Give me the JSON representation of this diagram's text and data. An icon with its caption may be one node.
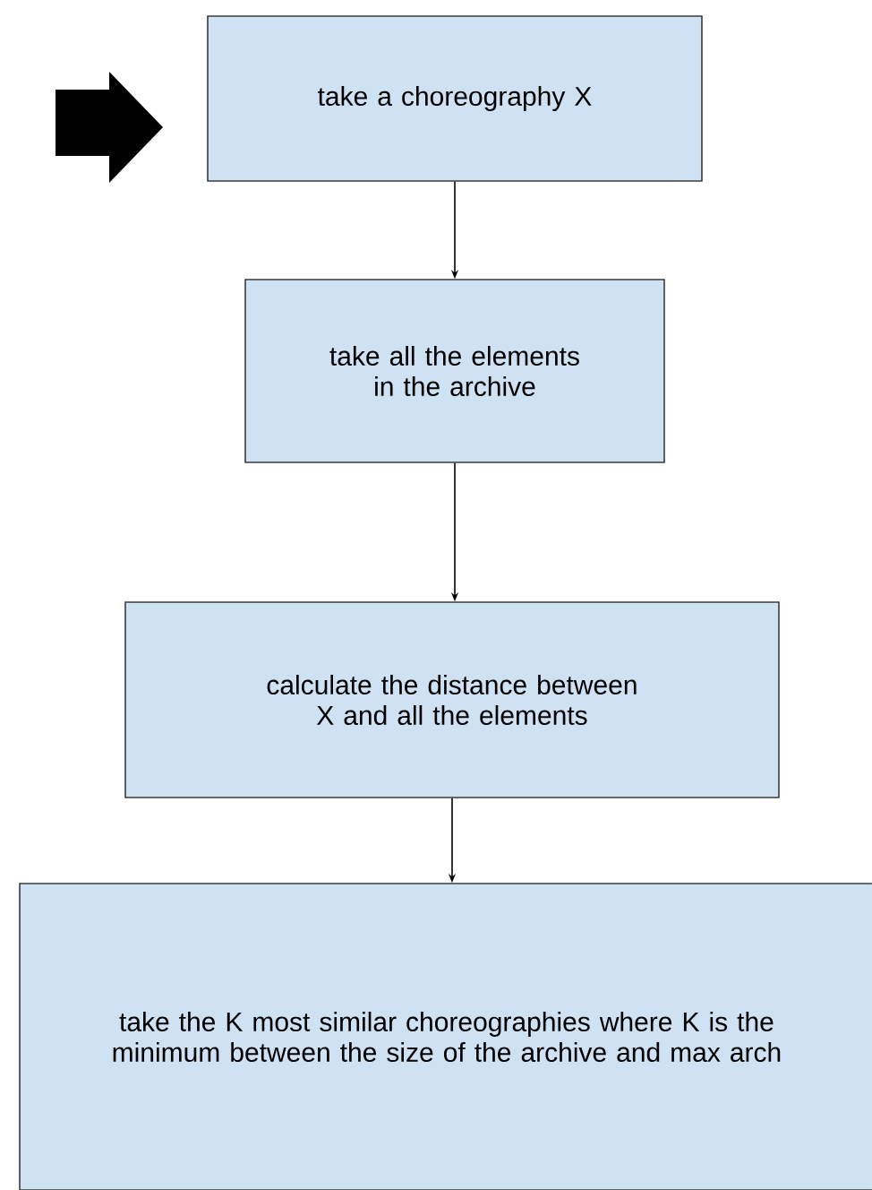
{
  "diagram": {
    "nodes": [
      {
        "text": [
          "take a choreography X"
        ]
      },
      {
        "text": [
          "take all the elements in the archive"
        ]
      },
      {
        "text": [
          "calculate the distance between X and all the elements"
        ]
      },
      {
        "text": [
          "take the K most similar choreographies where K is the minimum between the size of the archive and max arch"
        ]
      }
    ],
    "edges": [
      {
        "from": 0,
        "to": 1,
        "arrow": "to"
      },
      {
        "from": 1,
        "to": 2,
        "arrow": "to"
      },
      {
        "from": 2,
        "to": 3,
        "arrow": "to"
      }
    ]
  }
}
